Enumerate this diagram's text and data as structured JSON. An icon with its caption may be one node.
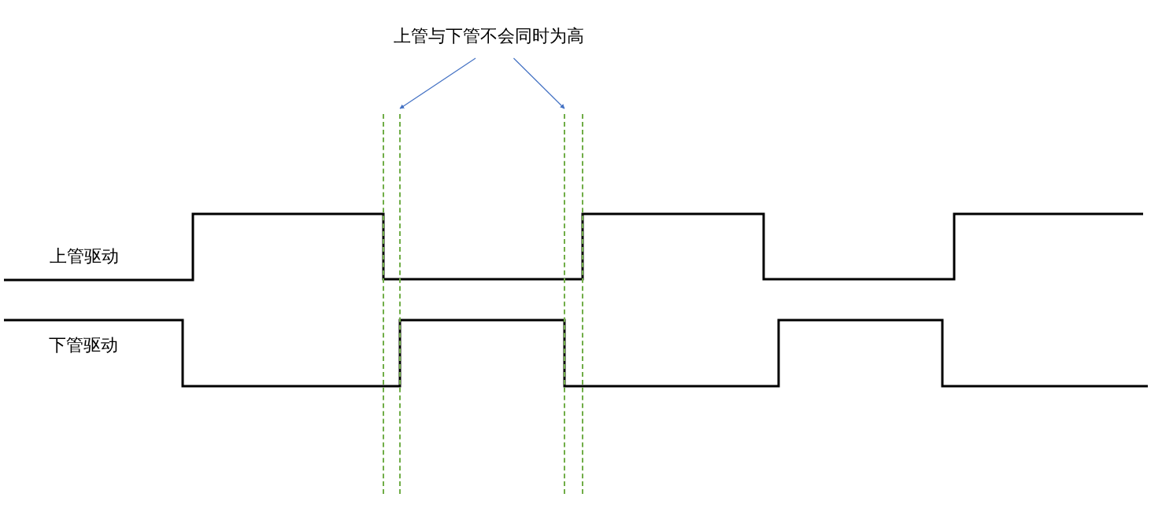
{
  "diagram": {
    "nodes": [
      {
        "text": [
          "上管与下管不会同时为高"
        ]
      },
      {
        "text": [],
        "shape": "line"
      },
      {
        "text": [],
        "shape": "line"
      },
      {
        "text": [],
        "shape": "line"
      },
      {
        "text": [],
        "shape": "line"
      }
    ],
    "edges": [
      {
        "from": 0,
        "to": 2,
        "arrow": "to"
      },
      {
        "from": 0,
        "to": 3,
        "arrow": "to"
      }
    ],
    "labels": [
      "上管驱动",
      "下管驱动"
    ]
  }
}
